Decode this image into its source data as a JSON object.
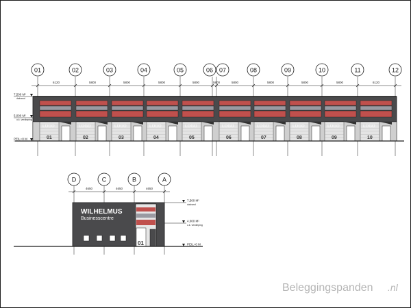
{
  "front_elevation": {
    "grid_labels": [
      "01",
      "02",
      "03",
      "04",
      "05",
      "06",
      "07",
      "08",
      "09",
      "10",
      "11",
      "12"
    ],
    "dimensions": [
      "6120",
      "5800",
      "5800",
      "5800",
      "5800",
      "5800",
      "5800",
      "5800",
      "5800",
      "5800",
      "6120"
    ],
    "unit_numbers": [
      "01",
      "02",
      "03",
      "04",
      "05",
      "06",
      "07",
      "08",
      "09",
      "10"
    ],
    "levels": [
      {
        "value": "7,500 M¹",
        "note": "dakrand"
      },
      {
        "value": "5,000 M¹",
        "note": "o.k. verdieping"
      },
      {
        "value": "PEIL=0 M",
        "note": ""
      }
    ],
    "logo_text": "LOGO"
  },
  "side_elevation": {
    "grid_labels": [
      "D",
      "C",
      "B",
      "A"
    ],
    "dimensions": [
      "4650",
      "4650",
      "4650"
    ],
    "unit_number": "01",
    "sign_title": "WILHELMUS",
    "sign_subtitle": "Businesscentre",
    "levels": [
      {
        "value": "7,500 M¹",
        "note": "dakrand"
      },
      {
        "value": "4,000 M¹",
        "note": "o.k. verdieping"
      },
      {
        "value": "PEIL=0 M",
        "note": ""
      }
    ]
  },
  "watermark": {
    "main": "Beleggingspanden",
    "suffix": ".nl"
  },
  "colors": {
    "frame": "#1a1a1a",
    "panel_red": "#c0504d",
    "panel_grey": "#9a9aa2",
    "wall_dark": "#4a4a4c",
    "cladding": "#e4e4e4",
    "watermark": "#b5b5b5"
  }
}
